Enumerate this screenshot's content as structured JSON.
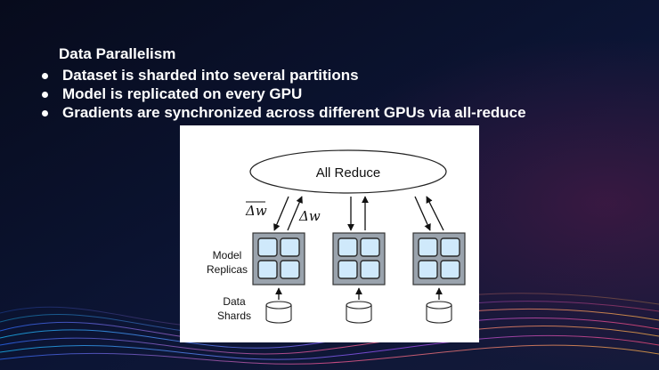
{
  "slide": {
    "title": "Data Parallelism",
    "bullets": [
      "Dataset is sharded into several partitions",
      "Model is replicated on every GPU",
      "Gradients are synchronized across different GPUs via all-reduce"
    ]
  },
  "diagram": {
    "all_reduce_label": "All Reduce",
    "gradient_avg_label": "Δw",
    "gradient_label": "Δw",
    "model_replicas_label": [
      "Model",
      "Replicas"
    ],
    "data_shards_label": [
      "Data",
      "Shards"
    ],
    "replica_count": 3,
    "colors": {
      "cell_fill": "#cfe9fb",
      "cell_border": "#2a2a2a",
      "replica_fill": "#9aa3ad"
    }
  }
}
